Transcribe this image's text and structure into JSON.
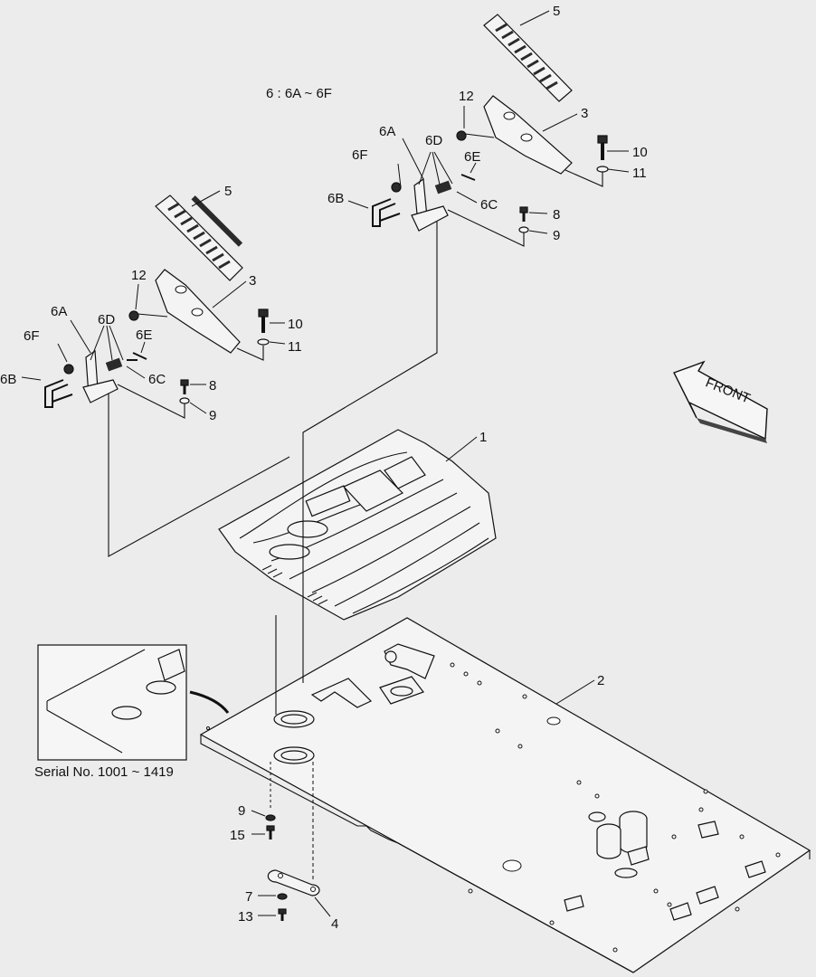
{
  "diagram": {
    "note": "6 : 6A ~ 6F",
    "inset_caption": "Serial No. 1001 ~ 1419",
    "front_label": "FRONT",
    "callouts": {
      "c1": "1",
      "c2": "2",
      "c4": "4",
      "r_5": "5",
      "r_3": "3",
      "r_12": "12",
      "r_10": "10",
      "r_11": "11",
      "r_6a": "6A",
      "r_6d": "6D",
      "r_6f": "6F",
      "r_6e": "6E",
      "r_6b": "6B",
      "r_6c": "6C",
      "r_8": "8",
      "r_9": "9",
      "l_5": "5",
      "l_3": "3",
      "l_12": "12",
      "l_10": "10",
      "l_11": "11",
      "l_6a": "6A",
      "l_6d": "6D",
      "l_6f": "6F",
      "l_6e": "6E",
      "l_6b": "6B",
      "l_6c": "6C",
      "l_8": "8",
      "l_9": "9",
      "b_9": "9",
      "b_15": "15",
      "b_7": "7",
      "b_13": "13"
    },
    "colors": {
      "line": "#111111",
      "background": "#ececec",
      "fill": "#f4f4f4"
    }
  }
}
